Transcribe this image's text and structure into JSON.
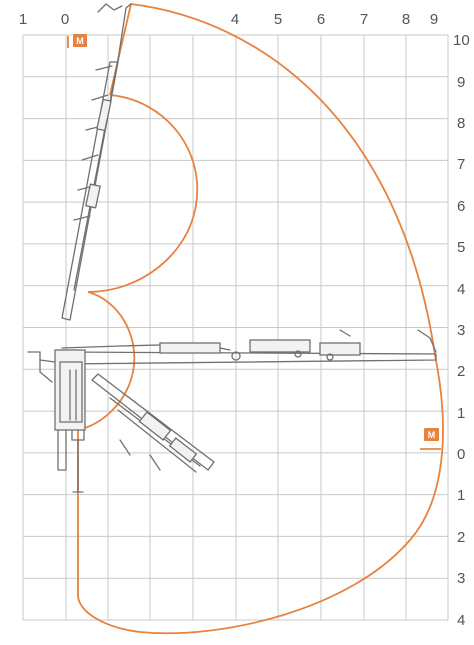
{
  "top_axis": {
    "ticks": [
      "1",
      "0",
      "4",
      "5",
      "6",
      "7",
      "8",
      "9"
    ]
  },
  "right_axis": {
    "ticks": [
      "10",
      "9",
      "8",
      "7",
      "6",
      "5",
      "4",
      "3",
      "2",
      "1",
      "0",
      "1",
      "2",
      "3",
      "4"
    ]
  },
  "badges": {
    "top": "M",
    "right": "M"
  },
  "colors": {
    "envelope": "#e8823e",
    "grid": "#c9c9c9",
    "crane": "#707070",
    "labels": "#555555"
  },
  "grid_visible": true
}
